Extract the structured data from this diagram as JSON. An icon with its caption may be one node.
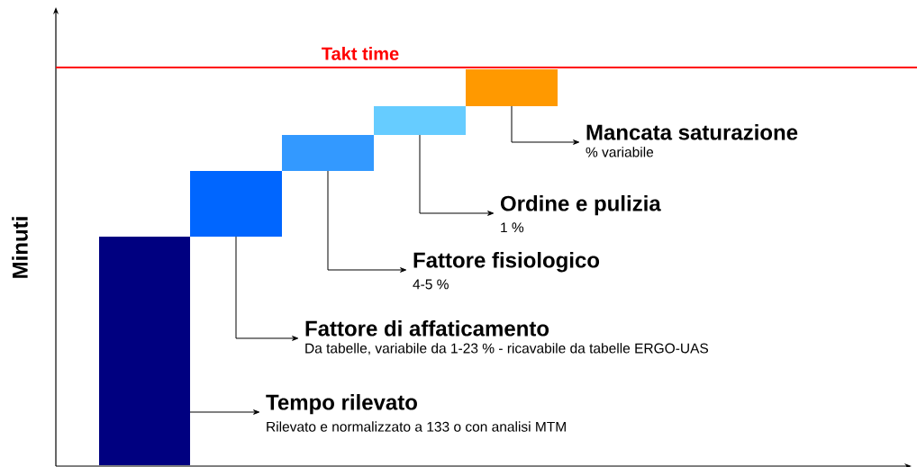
{
  "diagram": {
    "nodes": [
      {
        "text": [],
        "shape": "bar"
      },
      {
        "text": [],
        "shape": "bar"
      },
      {
        "text": [],
        "shape": "bar"
      },
      {
        "text": [],
        "shape": "bar"
      },
      {
        "text": [],
        "shape": "bar"
      },
      {
        "text": [
          "Tempo rilevato",
          "Rilevato e normalizzato a 133 o con analisi MTM"
        ]
      },
      {
        "text": [
          "Fattore di affaticamento",
          "Da tabelle, variabile da 1-23 % - ricavabile da tabelle ERGO-UAS"
        ]
      },
      {
        "text": [
          "Fattore fisiologico",
          "4-5 %"
        ]
      },
      {
        "text": [
          "Ordine e pulizia",
          "1 %"
        ]
      },
      {
        "text": [
          "Mancata saturazione",
          "% variabile"
        ]
      }
    ],
    "edges": [
      {
        "from": 0,
        "to": 5,
        "arrow": "to"
      },
      {
        "from": 1,
        "to": 6,
        "arrow": "to"
      },
      {
        "from": 2,
        "to": 7,
        "arrow": "to"
      },
      {
        "from": 3,
        "to": 8,
        "arrow": "to"
      },
      {
        "from": 4,
        "to": 9,
        "arrow": "to"
      }
    ],
    "labels": [
      "Takt time",
      "Minuti"
    ]
  }
}
